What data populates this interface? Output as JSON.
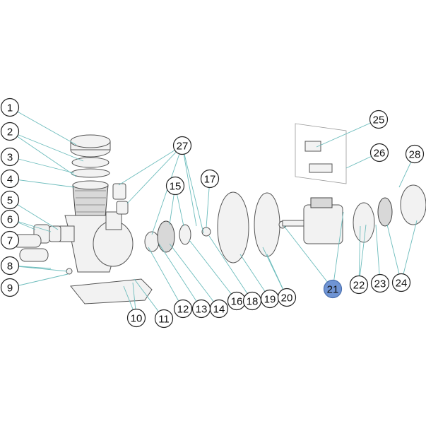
{
  "diagram": {
    "type": "exploded-parts-view",
    "highlight_color": "#6f94d4",
    "leader_color": "#6cbcbc",
    "callouts": [
      {
        "label": "1"
      },
      {
        "label": "2"
      },
      {
        "label": "3"
      },
      {
        "label": "4"
      },
      {
        "label": "5"
      },
      {
        "label": "6"
      },
      {
        "label": "7"
      },
      {
        "label": "8"
      },
      {
        "label": "9"
      },
      {
        "label": "10"
      },
      {
        "label": "11"
      },
      {
        "label": "12"
      },
      {
        "label": "13"
      },
      {
        "label": "14"
      },
      {
        "label": "15"
      },
      {
        "label": "16"
      },
      {
        "label": "17"
      },
      {
        "label": "18"
      },
      {
        "label": "19"
      },
      {
        "label": "20"
      },
      {
        "label": "21",
        "highlighted": true
      },
      {
        "label": "22"
      },
      {
        "label": "23"
      },
      {
        "label": "24"
      },
      {
        "label": "25"
      },
      {
        "label": "26"
      },
      {
        "label": "27"
      },
      {
        "label": "28"
      }
    ]
  }
}
